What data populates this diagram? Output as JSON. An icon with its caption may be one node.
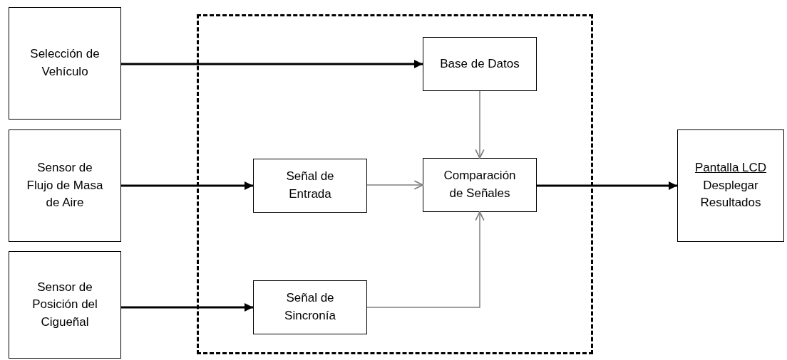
{
  "diagram": {
    "nodes": [
      {
        "text": [
          "Selección de Vehículo"
        ]
      },
      {
        "text": [
          "Sensor de Flujo de Masa de Aire"
        ]
      },
      {
        "text": [
          "Sensor de Posición del Cigueñal"
        ]
      },
      {
        "text": [],
        "shape": "box"
      },
      {
        "text": [
          "Base de Datos"
        ],
        "in": 3
      },
      {
        "text": [
          "Señal de Entrada"
        ],
        "in": 3
      },
      {
        "text": [
          "Comparación de Señales"
        ],
        "in": 3
      },
      {
        "text": [
          "Señal de Sincronía"
        ],
        "in": 3
      },
      {
        "text": [
          "Pantalla LCD",
          "Desplegar Resultados"
        ]
      }
    ],
    "edges": [
      {
        "from": 0,
        "to": 4,
        "arrow": "to"
      },
      {
        "from": 1,
        "to": 5,
        "arrow": "to"
      },
      {
        "from": 2,
        "to": 7,
        "arrow": "to"
      },
      {
        "from": 4,
        "to": 6,
        "arrow": "to",
        "color": "#7f7f7f"
      },
      {
        "from": 5,
        "to": 6,
        "arrow": "to",
        "color": "#7f7f7f"
      },
      {
        "from": 7,
        "to": 6,
        "arrow": "to",
        "color": "#7f7f7f"
      },
      {
        "from": 6,
        "to": 8,
        "arrow": "to"
      }
    ]
  }
}
